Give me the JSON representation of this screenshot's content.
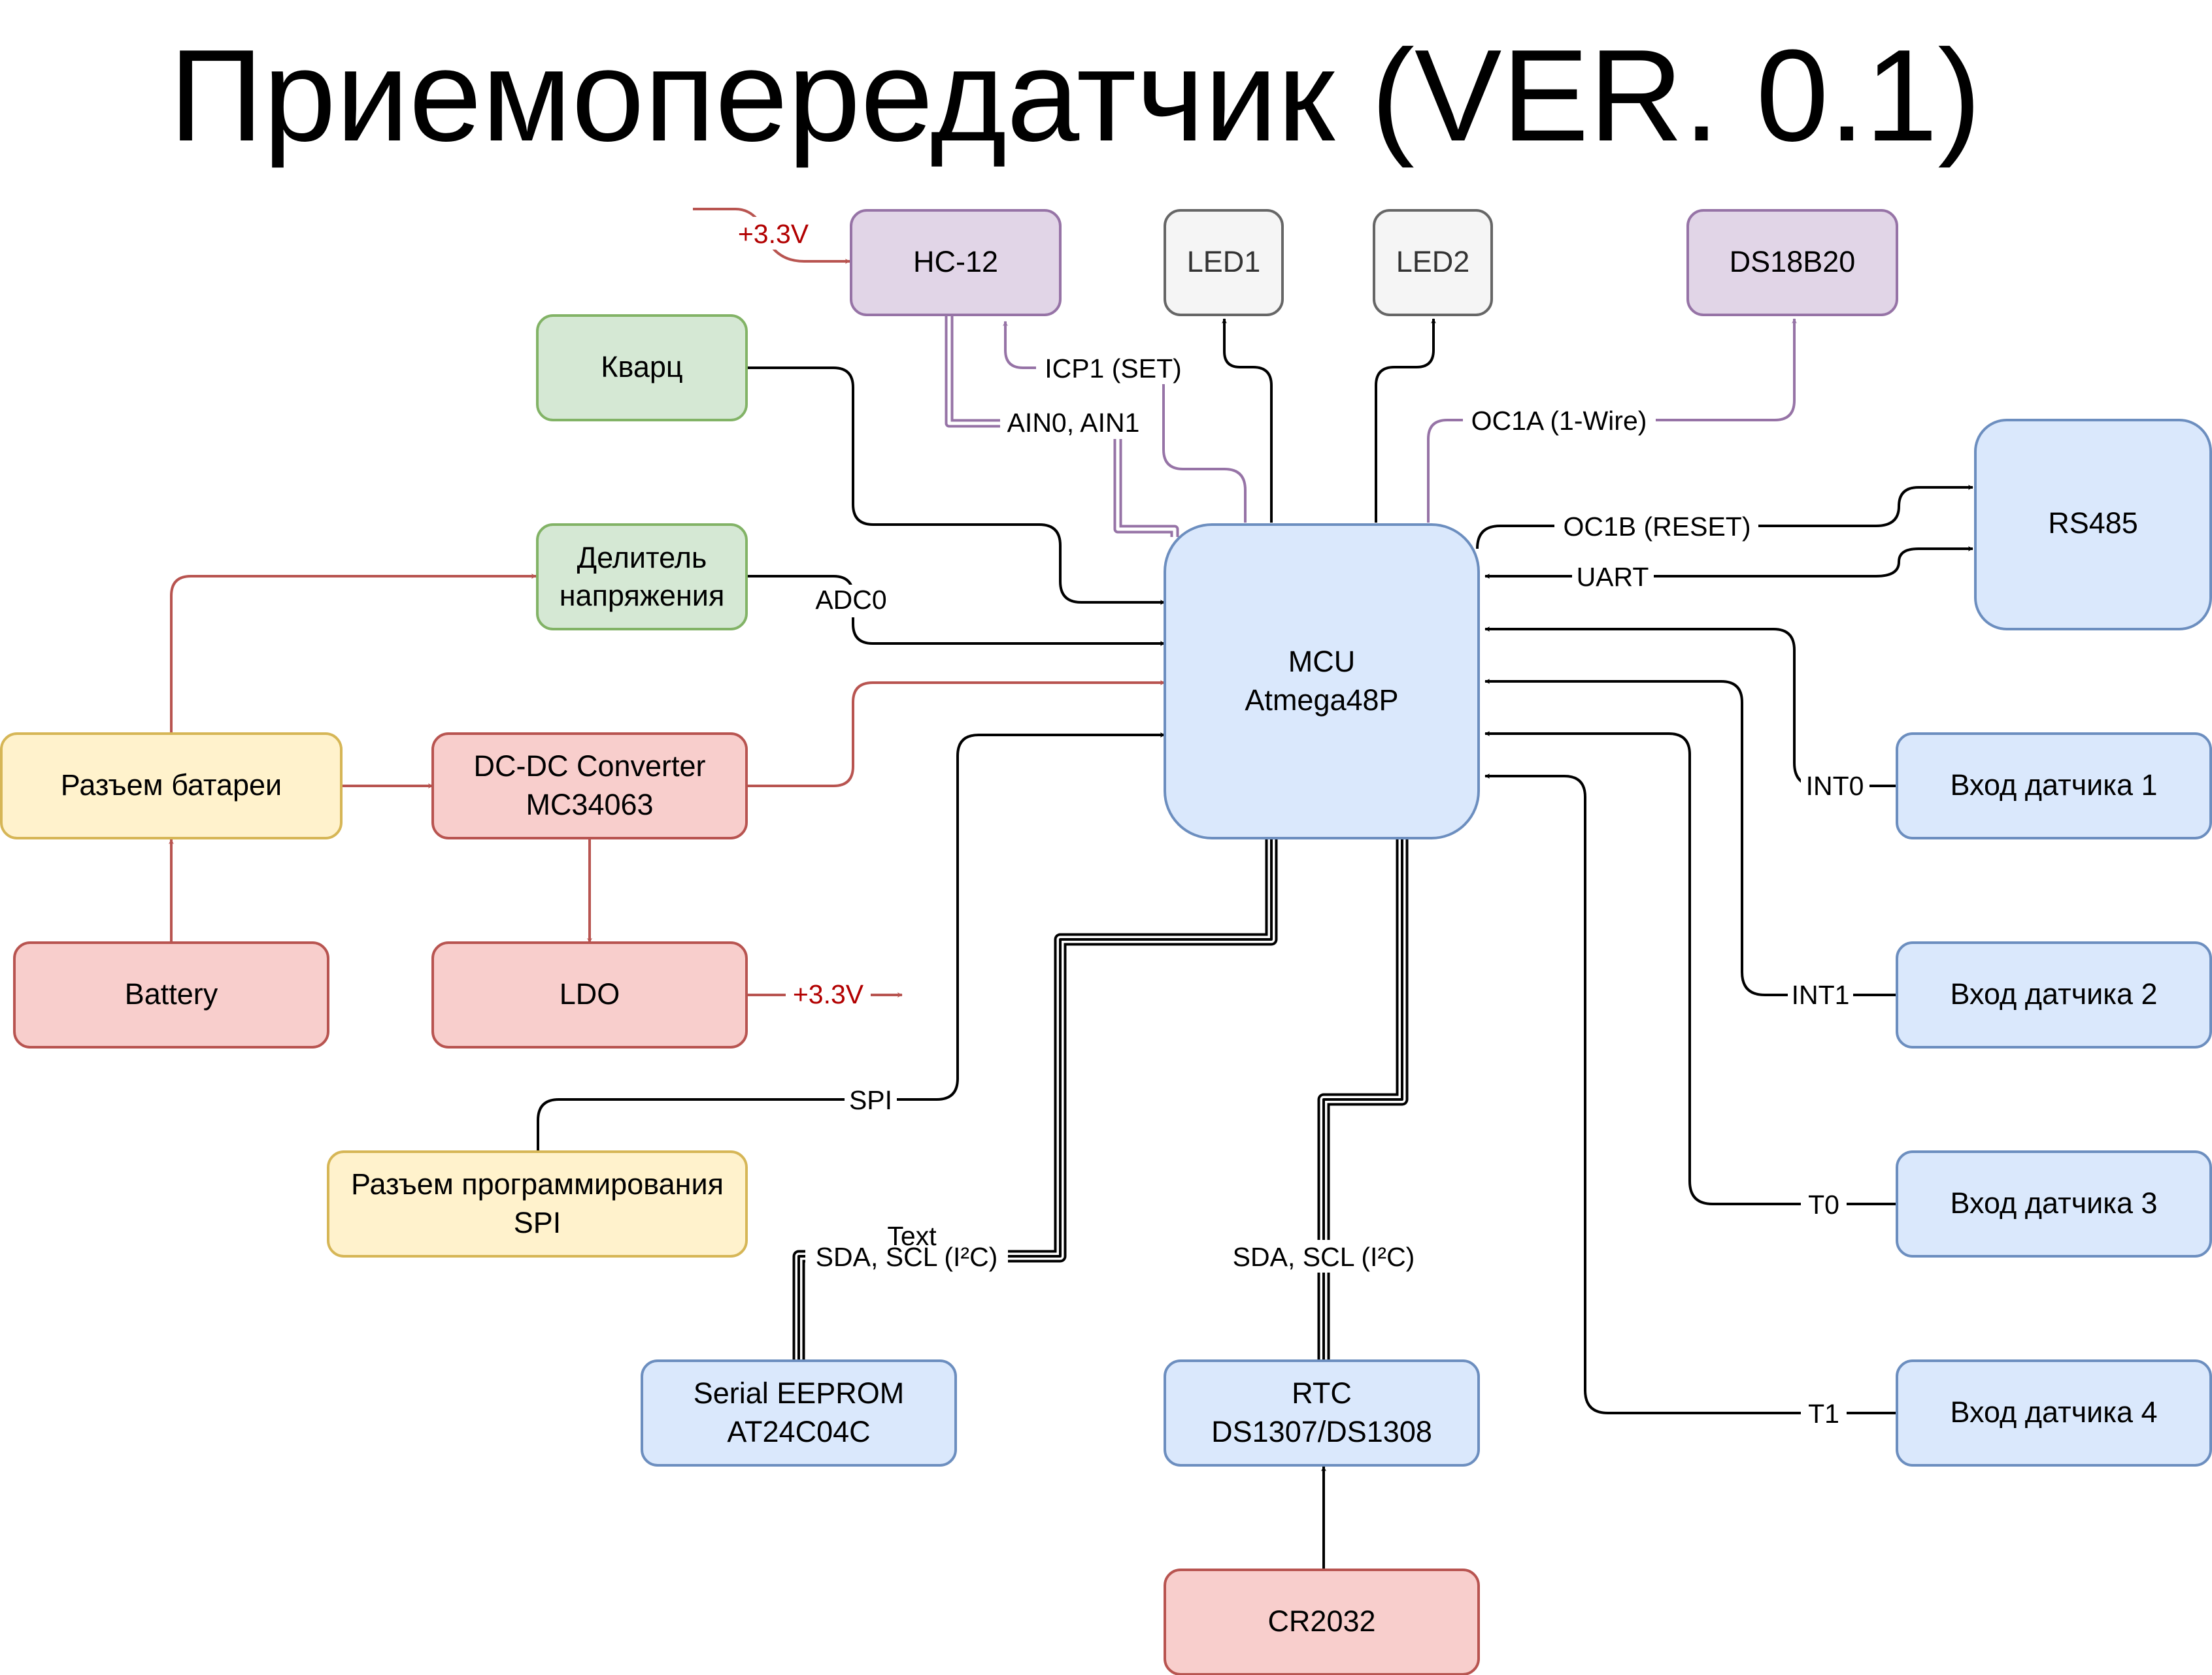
{
  "title": "Приемопередатчик (VER. 0.1)",
  "colors": {
    "purple_fill": "#e1d5e7",
    "purple_stroke": "#9673a6",
    "gray_fill": "#f5f5f5",
    "gray_stroke": "#666666",
    "green_fill": "#d5e8d4",
    "green_stroke": "#82b366",
    "yellow_fill": "#fff2cc",
    "yellow_stroke": "#d6b656",
    "red_fill": "#f8cecc",
    "red_stroke": "#b85450",
    "blue_fill": "#dae8fc",
    "blue_stroke": "#6c8ebf",
    "line_black": "#000000",
    "line_red": "#b85450",
    "line_purple": "#9673a6",
    "text_red": "#b20000"
  },
  "nodes": {
    "hc12": {
      "label": [
        "HC-12"
      ]
    },
    "led1": {
      "label": [
        "LED1"
      ]
    },
    "led2": {
      "label": [
        "LED2"
      ]
    },
    "ds18b20": {
      "label": [
        "DS18B20"
      ]
    },
    "quartz": {
      "label": [
        "Кварц"
      ]
    },
    "divider": {
      "label": [
        "Делитель",
        "напряжения"
      ]
    },
    "mcu": {
      "label": [
        "MCU",
        "Atmega48P"
      ]
    },
    "rs485": {
      "label": [
        "RS485"
      ]
    },
    "battery_connector": {
      "label": [
        "Разъем батареи"
      ]
    },
    "dcdc": {
      "label": [
        "DC-DC Converter",
        "MC34063"
      ]
    },
    "battery": {
      "label": [
        "Battery"
      ]
    },
    "ldo": {
      "label": [
        "LDO"
      ]
    },
    "spi_connector": {
      "label": [
        "Разъем программирования",
        "SPI"
      ]
    },
    "sensor1": {
      "label": [
        "Вход датчика 1"
      ]
    },
    "sensor2": {
      "label": [
        "Вход датчика 2"
      ]
    },
    "sensor3": {
      "label": [
        "Вход датчика 3"
      ]
    },
    "sensor4": {
      "label": [
        "Вход датчика 4"
      ]
    },
    "eeprom": {
      "label": [
        "Serial EEPROM",
        "AT24C04C"
      ]
    },
    "rtc": {
      "label": [
        "RTC",
        "DS1307/DS1308"
      ]
    },
    "cr2032": {
      "label": [
        "CR2032"
      ]
    }
  },
  "edges": {
    "hc12_power": "+3.3V",
    "icp1": "ICP1 (SET)",
    "ain": "AIN0, AIN1",
    "oc1a": "OC1A (1-Wire)",
    "oc1b": "OC1B (RESET)",
    "uart": "UART",
    "adc0": "ADC0",
    "ldo_out": "+3.3V",
    "spi": "SPI",
    "int0": "INT0",
    "int1": "INT1",
    "t0": "T0",
    "t1": "T1",
    "i2c_eeprom": "SDA, SCL (I²C)",
    "i2c_eeprom_extra": "Text",
    "i2c_rtc": "SDA, SCL (I²C)"
  }
}
